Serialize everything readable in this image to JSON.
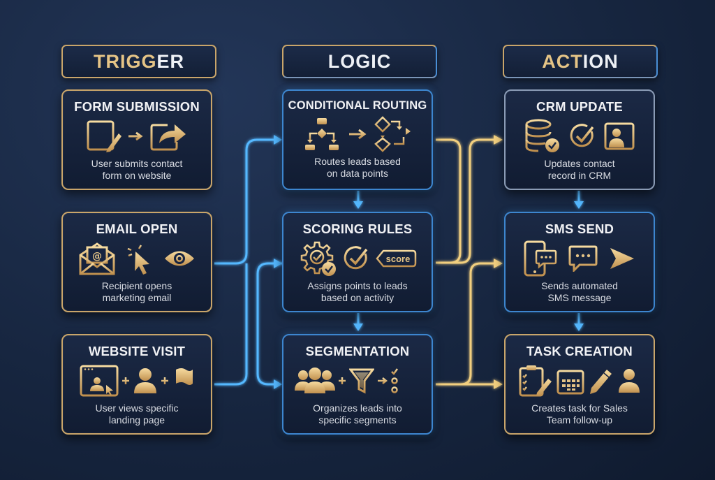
{
  "colors": {
    "background": "#1a2a47",
    "gold": "#e5c486",
    "blue": "#4aaeff",
    "text": "#f1f2f5"
  },
  "columns": [
    {
      "header": {
        "part1": "TRIGG",
        "part2": "ER"
      },
      "cards": [
        {
          "title": "FORM SUBMISSION",
          "desc": [
            "User submits contact",
            "form on website"
          ],
          "icons": [
            "form-edit-icon",
            "arrow-right-icon",
            "share-arrow-icon"
          ]
        },
        {
          "title": "EMAIL OPEN",
          "desc": [
            "Recipient opens",
            "marketing email"
          ],
          "icons": [
            "open-envelope-icon",
            "cursor-click-icon",
            "eye-icon"
          ]
        },
        {
          "title": "WEBSITE VISIT",
          "desc": [
            "User views specific",
            "landing page"
          ],
          "icons": [
            "browser-user-icon",
            "plus-icon",
            "user-icon",
            "plus-icon",
            "flag-icon"
          ]
        }
      ]
    },
    {
      "header": {
        "part1": "LO",
        "part2": "GIC"
      },
      "cards": [
        {
          "title": "CONDITIONAL ROUTING",
          "desc": [
            "Routes leads based",
            "on data points"
          ],
          "icons": [
            "flowchart-icon",
            "arrow-right-icon",
            "decision-flow-icon"
          ]
        },
        {
          "title": "SCORING RULES",
          "desc": [
            "Assigns points to leads",
            "based on activity"
          ],
          "icons": [
            "gear-check-icon",
            "check-circle-icon",
            "score-tag-icon"
          ],
          "tag_label": "score"
        },
        {
          "title": "SEGMENTATION",
          "desc": [
            "Organizes leads into",
            "specific segments"
          ],
          "icons": [
            "group-icon",
            "plus-icon",
            "funnel-icon",
            "arrow-right-icon",
            "checklist-icon"
          ]
        }
      ]
    },
    {
      "header": {
        "part1": "ACT",
        "part2": "ION"
      },
      "cards": [
        {
          "title": "CRM UPDATE",
          "desc": [
            "Updates contact",
            "record in CRM"
          ],
          "icons": [
            "database-check-icon",
            "check-circle-icon",
            "contact-card-icon"
          ]
        },
        {
          "title": "SMS SEND",
          "desc": [
            "Sends automated",
            "SMS message"
          ],
          "icons": [
            "phone-chat-icon",
            "chat-bubble-icon",
            "send-icon"
          ]
        },
        {
          "title": "TASK CREATION",
          "desc": [
            "Creates task for Sales",
            "Team follow-up"
          ],
          "icons": [
            "clipboard-checklist-icon",
            "calendar-icon",
            "pencil-icon",
            "user-icon"
          ]
        }
      ]
    }
  ]
}
